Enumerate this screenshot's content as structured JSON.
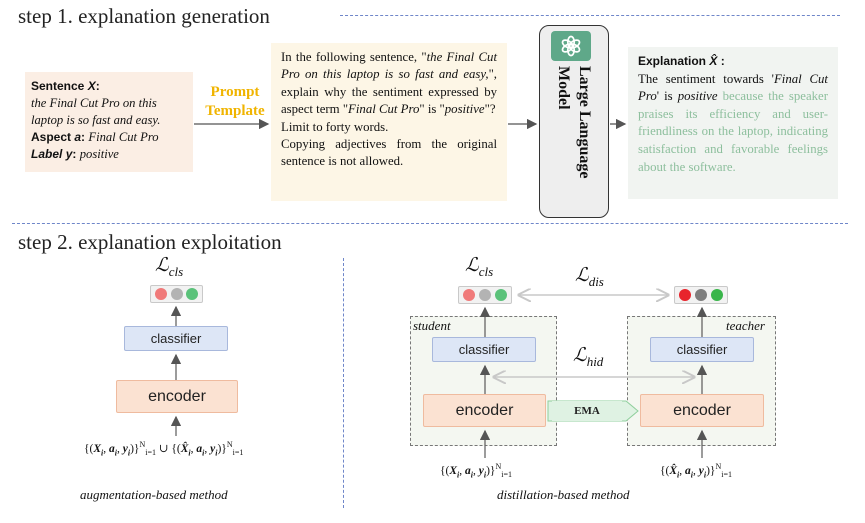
{
  "step1": {
    "title": "step 1. explanation generation",
    "sentence_box": {
      "sentence_label": "Sentence ",
      "sentence_var": "X",
      "sentence_colon": ":",
      "sentence_text": "the Final Cut Pro on this laptop is so fast and easy.",
      "aspect_label": "Aspect ",
      "aspect_var": "a",
      "aspect_colon": ": ",
      "aspect_value": "Final Cut Pro",
      "label_label": "Label ",
      "label_var": "y",
      "label_colon": ": ",
      "label_value": "positive"
    },
    "prompt_template_label": "Prompt Template",
    "prompt_box": {
      "part1": "In the following sentence, \"",
      "part1_italic": "the Final Cut Pro on this laptop is so fast and easy,",
      "part2": "\", explain why the sentiment expressed by aspect term \"",
      "part2_italic": "Final Cut Pro",
      "part3": "\" is \"",
      "part3_italic": "positive",
      "part4": "\"?",
      "line2": "Limit to forty words.",
      "line3": "Copying adjectives from the original sentence is not allowed."
    },
    "llm_label": "Large Language Model",
    "explanation_box": {
      "heading": "Explanation ",
      "heading_var": "X̂",
      "heading_colon": " :",
      "text1": "The sentiment towards '",
      "text1_italic": "Final Cut Pro",
      "text2": "' is ",
      "text2_italic": "positive",
      "text_green": " because the speaker praises its efficiency and user-friendliness on the laptop, indicating satisfaction and favorable feelings about the software."
    }
  },
  "step2": {
    "title": "step 2. explanation exploitation",
    "left": {
      "loss_main": "ℒ",
      "loss_sub": "cls",
      "classifier_label": "classifier",
      "encoder_label": "encoder",
      "caption": "augmentation-based method"
    },
    "right": {
      "loss_cls_main": "ℒ",
      "loss_cls_sub": "cls",
      "loss_dis_main": "ℒ",
      "loss_dis_sub": "dis",
      "loss_hid_main": "ℒ",
      "loss_hid_sub": "hid",
      "student_label": "student",
      "teacher_label": "teacher",
      "classifier_label": "classifier",
      "encoder_label": "encoder",
      "ema_label": "EMA",
      "caption": "distillation-based method"
    }
  },
  "colors": {
    "light_red": "#f07a7a",
    "light_gray": "#b3b3b3",
    "light_green": "#5bc27a",
    "strong_red": "#e8242c",
    "strong_gray": "#7e7e7e",
    "strong_green": "#39b54a",
    "template_yellow": "#f0b400",
    "explanation_green": "#8dbf9d"
  }
}
